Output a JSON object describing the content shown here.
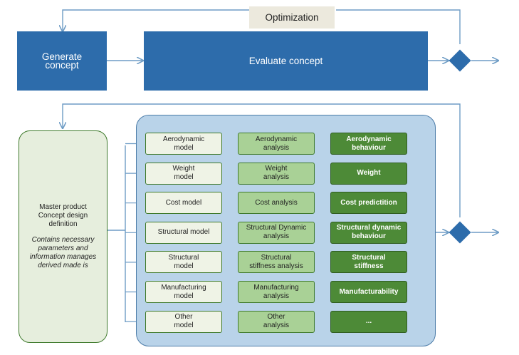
{
  "top": {
    "optimization_label": "Optimization",
    "generate_label": "Generate\nconcept",
    "evaluate_label": "Evaluate concept"
  },
  "master": {
    "title": "Master product\nConcept design\ndefinition",
    "note": "Contains necessary\nparameters and\ninformation manages\nderived made is"
  },
  "rows": [
    {
      "model": "Aerodynamic\nmodel",
      "analysis": "Aerodynamic\nanalysis",
      "result": "Aerodynamic\nbehaviour"
    },
    {
      "model": "Weight\nmodel",
      "analysis": "Weight\nanalysis",
      "result": "Weight"
    },
    {
      "model": "Cost model",
      "analysis": "Cost analysis",
      "result": "Cost predictition"
    },
    {
      "model": "Structural model",
      "analysis": "Structural Dynamic\nanalysis",
      "result": "Structural dynamic\nbehaviour"
    },
    {
      "model": "Structural\nmodel",
      "analysis": "Structural\nstiffness analysis",
      "result": "Structural\nstiffness"
    },
    {
      "model": "Manufacturing\nmodel",
      "analysis": "Manufacturing\nanalysis",
      "result": "Manufacturability"
    },
    {
      "model": "Other\nmodel",
      "analysis": "Other\nanalysis",
      "result": "..."
    }
  ],
  "colors": {
    "blue": "#2d6cab",
    "arrow": "#6e9cc5",
    "panel": "#b9d3e9",
    "green_dark": "#4d8a37",
    "green_light": "#a9d196"
  }
}
